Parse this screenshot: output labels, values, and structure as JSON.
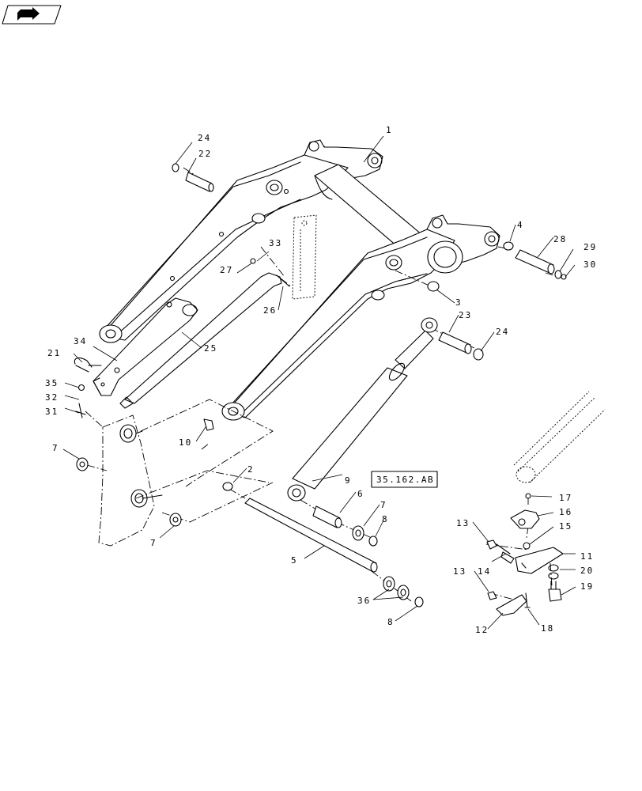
{
  "header": {
    "nav_icon": "next-page-arrow-icon"
  },
  "callouts": [
    {
      "id": "c1",
      "label": "1"
    },
    {
      "id": "c2",
      "label": "2"
    },
    {
      "id": "c3",
      "label": "3"
    },
    {
      "id": "c4",
      "label": "4"
    },
    {
      "id": "c5",
      "label": "5"
    },
    {
      "id": "c6",
      "label": "6"
    },
    {
      "id": "c7a",
      "label": "7"
    },
    {
      "id": "c7b",
      "label": "7"
    },
    {
      "id": "c7c",
      "label": "7"
    },
    {
      "id": "c8a",
      "label": "8"
    },
    {
      "id": "c8b",
      "label": "8"
    },
    {
      "id": "c9",
      "label": "9"
    },
    {
      "id": "c10",
      "label": "10"
    },
    {
      "id": "c11",
      "label": "11"
    },
    {
      "id": "c12",
      "label": "12"
    },
    {
      "id": "c13a",
      "label": "13"
    },
    {
      "id": "c13b",
      "label": "13"
    },
    {
      "id": "c14",
      "label": "14"
    },
    {
      "id": "c15",
      "label": "15"
    },
    {
      "id": "c16",
      "label": "16"
    },
    {
      "id": "c17",
      "label": "17"
    },
    {
      "id": "c18",
      "label": "18"
    },
    {
      "id": "c19",
      "label": "19"
    },
    {
      "id": "c20",
      "label": "20"
    },
    {
      "id": "c21",
      "label": "21"
    },
    {
      "id": "c22",
      "label": "22"
    },
    {
      "id": "c23",
      "label": "23"
    },
    {
      "id": "c24a",
      "label": "24"
    },
    {
      "id": "c24b",
      "label": "24"
    },
    {
      "id": "c25",
      "label": "25"
    },
    {
      "id": "c26",
      "label": "26"
    },
    {
      "id": "c27",
      "label": "27"
    },
    {
      "id": "c28",
      "label": "28"
    },
    {
      "id": "c29",
      "label": "29"
    },
    {
      "id": "c30",
      "label": "30"
    },
    {
      "id": "c31",
      "label": "31"
    },
    {
      "id": "c32",
      "label": "32"
    },
    {
      "id": "c33",
      "label": "33"
    },
    {
      "id": "c34",
      "label": "34"
    },
    {
      "id": "c35",
      "label": "35"
    },
    {
      "id": "c36",
      "label": "36"
    }
  ],
  "reference_box": {
    "label": "35.162.AB"
  }
}
